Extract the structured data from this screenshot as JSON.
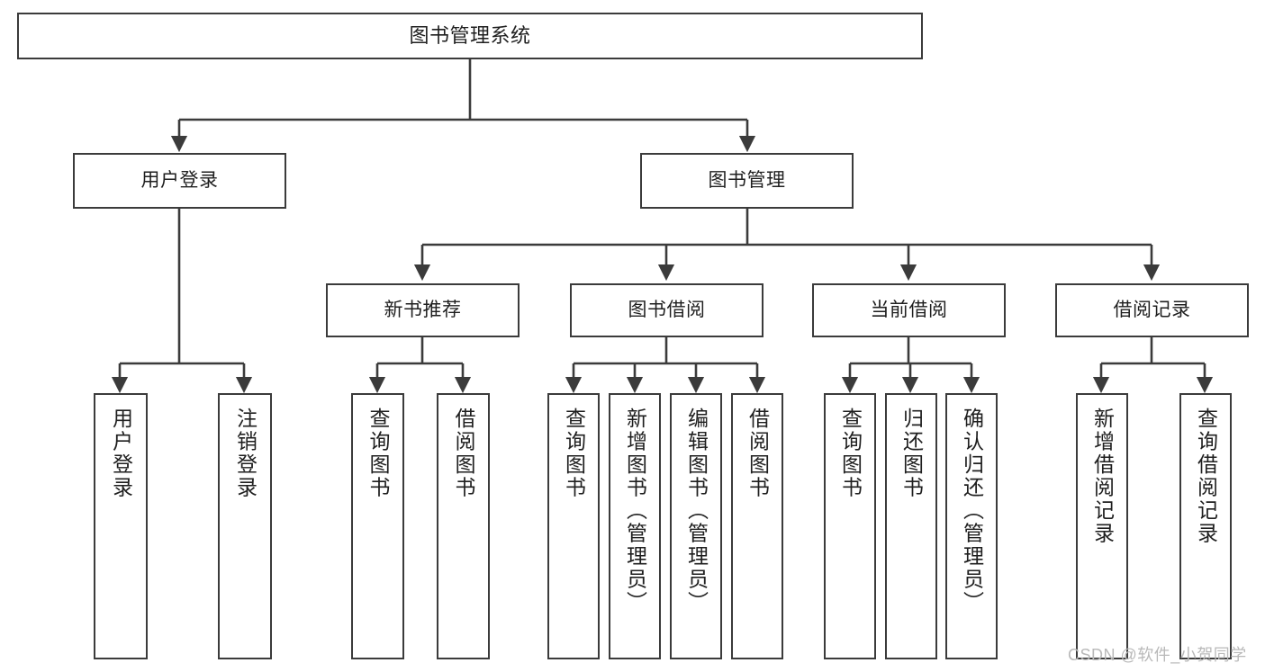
{
  "diagram": {
    "type": "hierarchy-tree",
    "title": "图书管理系统",
    "root": {
      "label": "图书管理系统",
      "id": "root"
    },
    "level2": [
      {
        "id": "user-login",
        "label": "用户登录"
      },
      {
        "id": "book-management",
        "label": "图书管理"
      }
    ],
    "level3": [
      {
        "id": "new-book-recommend",
        "label": "新书推荐",
        "parent": "book-management"
      },
      {
        "id": "book-borrow",
        "label": "图书借阅",
        "parent": "book-management"
      },
      {
        "id": "current-borrow",
        "label": "当前借阅",
        "parent": "book-management"
      },
      {
        "id": "borrow-record",
        "label": "借阅记录",
        "parent": "book-management"
      }
    ],
    "leaves": [
      {
        "id": "leaf-user-login",
        "label": "用户登录",
        "parent": "user-login"
      },
      {
        "id": "leaf-logout-login",
        "label": "注销登录",
        "parent": "user-login"
      },
      {
        "id": "leaf-query-book-1",
        "label": "查询图书",
        "parent": "new-book-recommend"
      },
      {
        "id": "leaf-borrow-book-1",
        "label": "借阅图书",
        "parent": "new-book-recommend"
      },
      {
        "id": "leaf-query-book-2",
        "label": "查询图书",
        "parent": "book-borrow"
      },
      {
        "id": "leaf-add-book",
        "label": "新增图书（管理员）",
        "parent": "book-borrow"
      },
      {
        "id": "leaf-edit-book",
        "label": "编辑图书（管理员）",
        "parent": "book-borrow"
      },
      {
        "id": "leaf-borrow-book-2",
        "label": "借阅图书",
        "parent": "book-borrow"
      },
      {
        "id": "leaf-query-book-3",
        "label": "查询图书",
        "parent": "current-borrow"
      },
      {
        "id": "leaf-return-book",
        "label": "归还图书",
        "parent": "current-borrow"
      },
      {
        "id": "leaf-confirm-return",
        "label": "确认归还（管理员）",
        "parent": "current-borrow"
      },
      {
        "id": "leaf-add-record",
        "label": "新增借阅记录",
        "parent": "borrow-record"
      },
      {
        "id": "leaf-query-record",
        "label": "查询借阅记录",
        "parent": "borrow-record"
      }
    ]
  },
  "watermark": {
    "text": "CSDN @软件_小贺同学"
  },
  "colors": {
    "border": "#3b3b3b",
    "text": "#1f1f1f",
    "background": "#ffffff",
    "watermark": "#b9b9b9"
  }
}
